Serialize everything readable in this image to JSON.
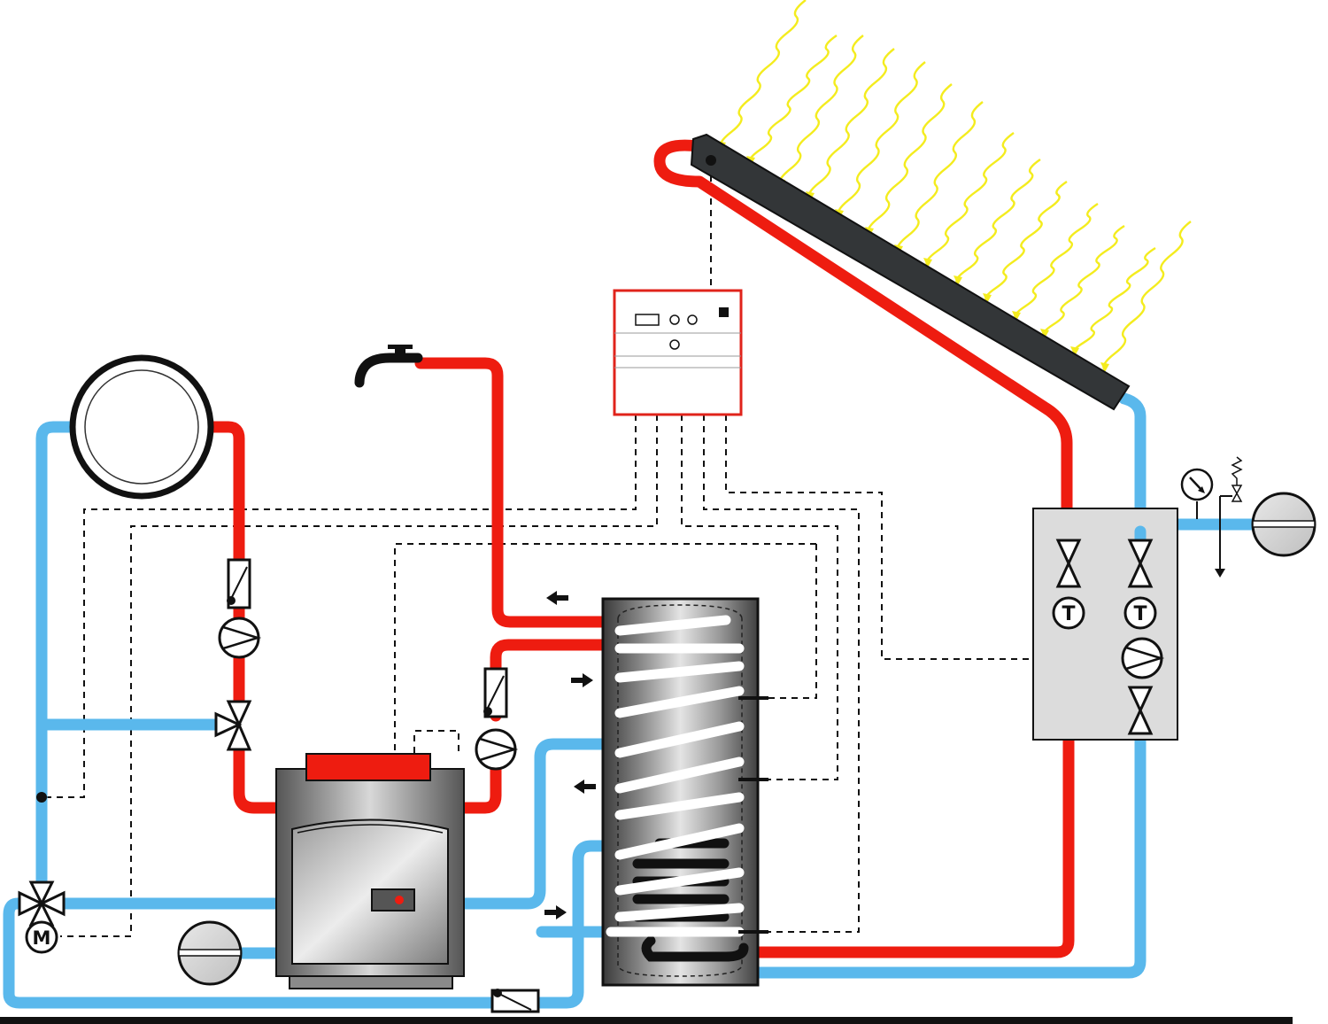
{
  "colors": {
    "hot_pipe": "#ee1c10",
    "cold_pipe": "#5ab8ec",
    "sun_rays": "#f4ec1e",
    "collector": "#333638",
    "controller_frame": "#e0231b",
    "station_box": "#dcdcdc",
    "ground": "#111111"
  },
  "labels": {
    "thermometer_left": "T",
    "thermometer_right": "T",
    "motor": "M"
  },
  "components": {
    "solar_collector": "solar-collector-panel",
    "sun": "sun-rays",
    "controller": "solar-controller",
    "storage_tank": "hot-water-storage-tank",
    "boiler": "heating-boiler",
    "expansion_vessel": "expansion-vessel",
    "pump_station": "solar-pump-station",
    "tap": "hot-water-tap"
  }
}
